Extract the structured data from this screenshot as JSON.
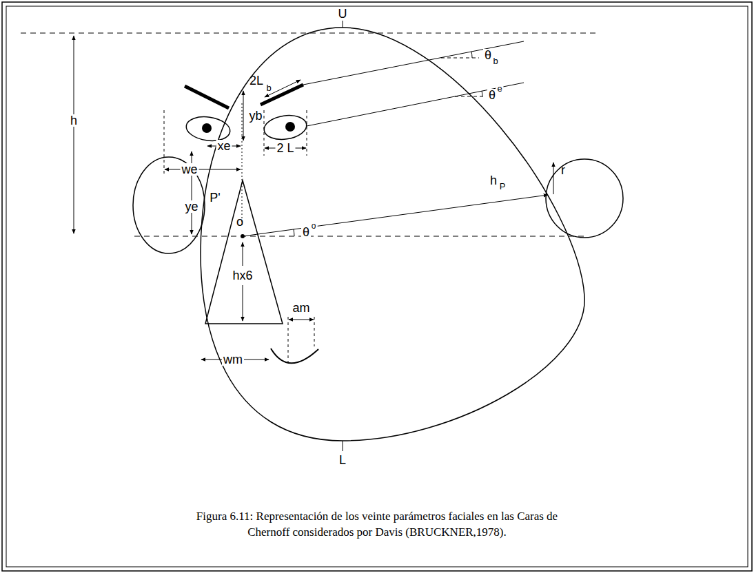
{
  "diagram": {
    "caption": "Figura 6.11: Representación de los veinte parámetros faciales en las Caras de Chernoff considerados por Davis (BRUCKNER,1978).",
    "nodes": [
      {
        "text": [
          "o",
          "hx6"
        ]
      },
      {
        "text": [
          "r"
        ]
      }
    ],
    "labels": [
      "U",
      "h",
      "2L",
      "b",
      "θ",
      "b",
      "θ",
      "e",
      "yb",
      "we",
      "xe",
      "2 L",
      "ye",
      "P'",
      "h",
      "P",
      "θ",
      "o",
      "am",
      "wm",
      "L"
    ]
  }
}
